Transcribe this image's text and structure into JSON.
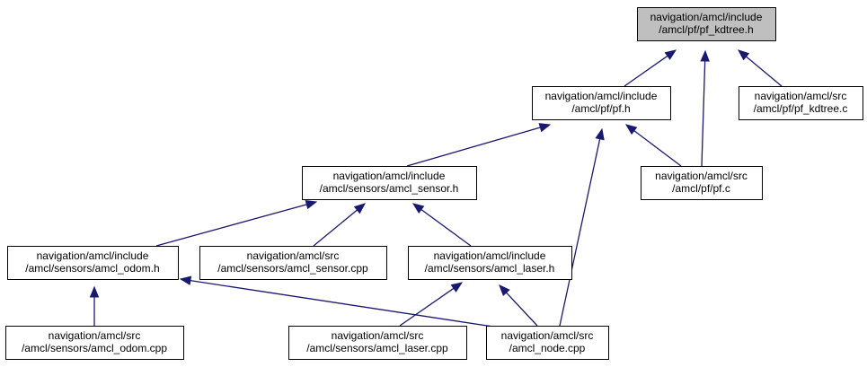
{
  "colors": {
    "node_fill": "#ffffff",
    "highlight_fill": "#bfbfbf",
    "border": "#000000",
    "edge": "#191970"
  },
  "nodes": [
    {
      "id": "pf_kdtree_h",
      "lines": [
        "navigation/amcl/include",
        "/amcl/pf/pf_kdtree.h"
      ],
      "highlight": true
    },
    {
      "id": "pf_h",
      "lines": [
        "navigation/amcl/include",
        "/amcl/pf/pf.h"
      ],
      "highlight": false
    },
    {
      "id": "pf_kdtree_c",
      "lines": [
        "navigation/amcl/src",
        "/amcl/pf/pf_kdtree.c"
      ],
      "highlight": false
    },
    {
      "id": "amcl_sensor_h",
      "lines": [
        "navigation/amcl/include",
        "/amcl/sensors/amcl_sensor.h"
      ],
      "highlight": false
    },
    {
      "id": "pf_c",
      "lines": [
        "navigation/amcl/src",
        "/amcl/pf/pf.c"
      ],
      "highlight": false
    },
    {
      "id": "amcl_odom_h",
      "lines": [
        "navigation/amcl/include",
        "/amcl/sensors/amcl_odom.h"
      ],
      "highlight": false
    },
    {
      "id": "amcl_sensor_cpp",
      "lines": [
        "navigation/amcl/src",
        "/amcl/sensors/amcl_sensor.cpp"
      ],
      "highlight": false
    },
    {
      "id": "amcl_laser_h",
      "lines": [
        "navigation/amcl/include",
        "/amcl/sensors/amcl_laser.h"
      ],
      "highlight": false
    },
    {
      "id": "amcl_odom_cpp",
      "lines": [
        "navigation/amcl/src",
        "/amcl/sensors/amcl_odom.cpp"
      ],
      "highlight": false
    },
    {
      "id": "amcl_laser_cpp",
      "lines": [
        "navigation/amcl/src",
        "/amcl/sensors/amcl_laser.cpp"
      ],
      "highlight": false
    },
    {
      "id": "amcl_node_cpp",
      "lines": [
        "navigation/amcl/src",
        "/amcl_node.cpp"
      ],
      "highlight": false
    }
  ],
  "edges": [
    {
      "from": "pf_h",
      "to": "pf_kdtree_h"
    },
    {
      "from": "pf_c",
      "to": "pf_kdtree_h"
    },
    {
      "from": "pf_kdtree_c",
      "to": "pf_kdtree_h"
    },
    {
      "from": "amcl_sensor_h",
      "to": "pf_h"
    },
    {
      "from": "pf_c",
      "to": "pf_h"
    },
    {
      "from": "amcl_node_cpp",
      "to": "pf_h"
    },
    {
      "from": "amcl_odom_h",
      "to": "amcl_sensor_h"
    },
    {
      "from": "amcl_sensor_cpp",
      "to": "amcl_sensor_h"
    },
    {
      "from": "amcl_laser_h",
      "to": "amcl_sensor_h"
    },
    {
      "from": "amcl_odom_cpp",
      "to": "amcl_odom_h"
    },
    {
      "from": "amcl_node_cpp",
      "to": "amcl_odom_h"
    },
    {
      "from": "amcl_laser_cpp",
      "to": "amcl_laser_h"
    },
    {
      "from": "amcl_node_cpp",
      "to": "amcl_laser_h"
    }
  ]
}
